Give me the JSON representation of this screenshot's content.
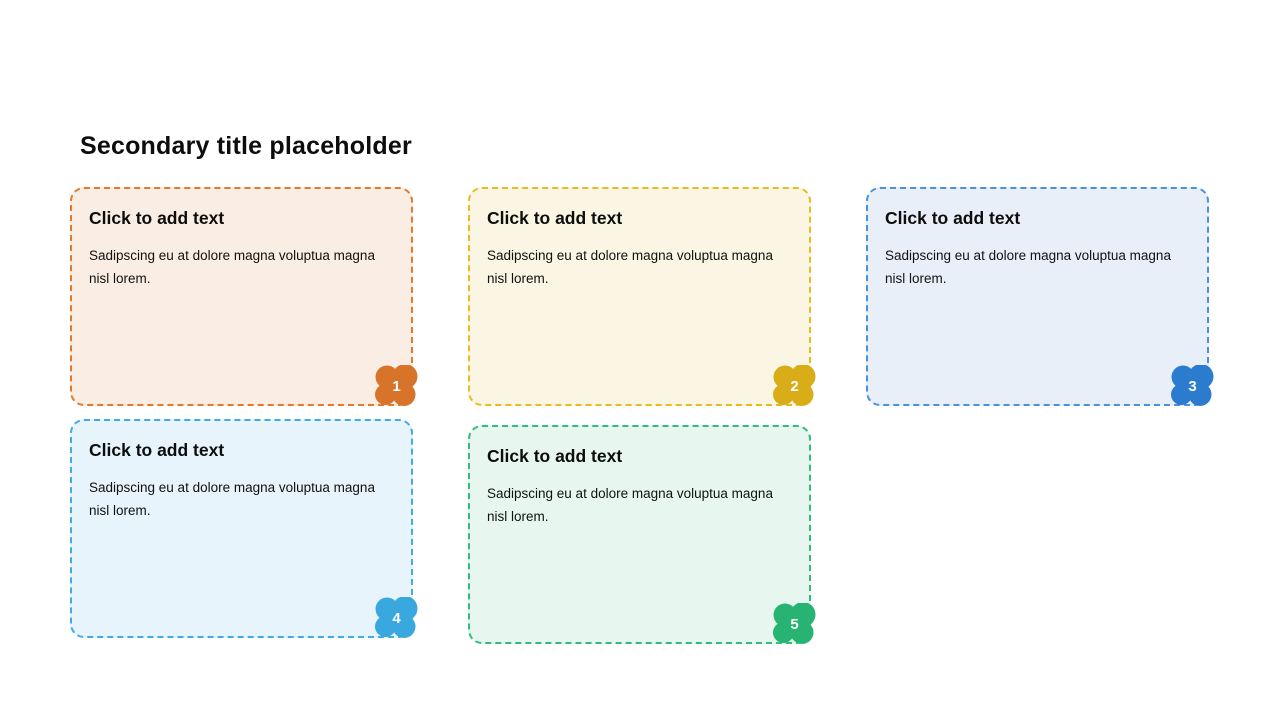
{
  "slide": {
    "title": "Secondary title placeholder",
    "background_color": "#ffffff"
  },
  "cards": [
    {
      "number": "1",
      "heading": "Click to add text",
      "body": "Sadipscing eu at dolore magna voluptua magna nisl lorem.",
      "border_color": "#E5792A",
      "fill_color": "#FAEEE4",
      "badge_color": "#D8732A"
    },
    {
      "number": "2",
      "heading": "Click to add text",
      "body": "Sadipscing eu at dolore magna voluptua magna nisl lorem.",
      "border_color": "#E8BC20",
      "fill_color": "#FAF6E3",
      "badge_color": "#D9AD18"
    },
    {
      "number": "3",
      "heading": "Click to add text",
      "body": "Sadipscing eu at dolore magna voluptua magna nisl lorem.",
      "border_color": "#4A90DB",
      "fill_color": "#E9EFF9",
      "badge_color": "#2B7CCF"
    },
    {
      "number": "4",
      "heading": "Click to add text",
      "body": "Sadipscing eu at dolore magna voluptua magna nisl lorem.",
      "border_color": "#41ABE4",
      "fill_color": "#E8F4FB",
      "badge_color": "#38A8DF"
    },
    {
      "number": "5",
      "heading": "Click to add text",
      "body": "Sadipscing eu at dolore magna voluptua magna nisl lorem.",
      "border_color": "#2FBD7B",
      "fill_color": "#E7F7EF",
      "badge_color": "#27B371"
    }
  ]
}
